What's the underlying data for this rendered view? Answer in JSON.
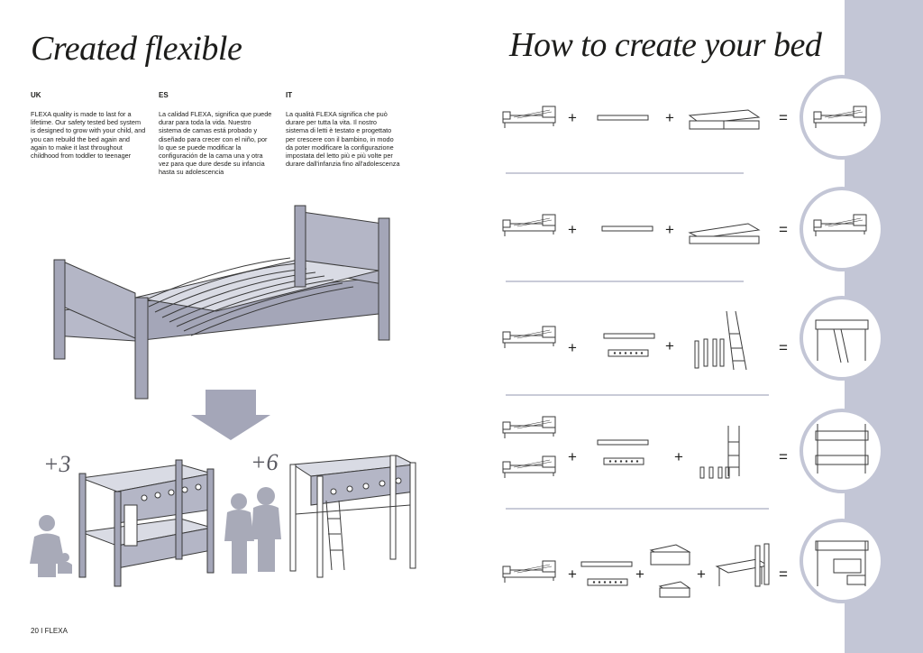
{
  "page": {
    "title_left": "Created flexible",
    "title_right": "How to create your bed",
    "footer": "20  I  FLEXA"
  },
  "languages": [
    {
      "code": "UK",
      "text": "FLEXA quality is made to last for a lifetime. Our safety tested bed system is designed to grow with your child, and you can rebuild the bed again and again to make it last throughout childhood from toddler to teenager"
    },
    {
      "code": "ES",
      "text": "La calidad FLEXA, significa que puede durar para toda la vida. Nuestro sistema de camas está probado y diseñado para crecer con el niño, por lo que se puede modificar la configuración de la cama una y otra vez para que dure desde su infancia hasta su adolescencia"
    },
    {
      "code": "IT",
      "text": "La qualità FLEXA significa che può durare per tutta la vita. Il nostro sistema di letti è testato e progettato per crescere con il bambino, in modo da poter modificare la configurazione impostata del letto più e più volte per durare dall'infanzia fino all'adolescenza"
    }
  ],
  "age_markers": [
    "+3",
    "+6"
  ],
  "operators": {
    "plus": "+",
    "equals": "="
  },
  "colors": {
    "sidebar": "#c3c6d6",
    "accent_gray": "#9fa1b0",
    "line_art": "#3a3a3a",
    "divider": "#b7bacb"
  }
}
